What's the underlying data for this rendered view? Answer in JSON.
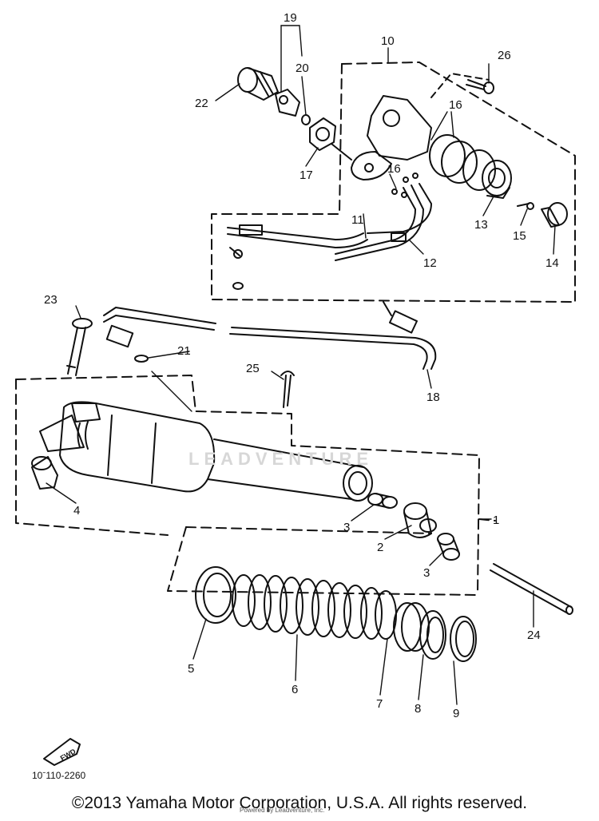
{
  "callouts": [
    {
      "id": "p1",
      "label": "1"
    },
    {
      "id": "p2",
      "label": "2"
    },
    {
      "id": "p3a",
      "label": "3"
    },
    {
      "id": "p3b",
      "label": "3"
    },
    {
      "id": "p4",
      "label": "4"
    },
    {
      "id": "p5",
      "label": "5"
    },
    {
      "id": "p6",
      "label": "6"
    },
    {
      "id": "p7",
      "label": "7"
    },
    {
      "id": "p8",
      "label": "8"
    },
    {
      "id": "p9",
      "label": "9"
    },
    {
      "id": "p10",
      "label": "10"
    },
    {
      "id": "p11",
      "label": "11"
    },
    {
      "id": "p12",
      "label": "12"
    },
    {
      "id": "p13",
      "label": "13"
    },
    {
      "id": "p14",
      "label": "14"
    },
    {
      "id": "p15",
      "label": "15"
    },
    {
      "id": "p16a",
      "label": "16"
    },
    {
      "id": "p16b",
      "label": "16"
    },
    {
      "id": "p17",
      "label": "17"
    },
    {
      "id": "p18",
      "label": "18"
    },
    {
      "id": "p19",
      "label": "19"
    },
    {
      "id": "p20",
      "label": "20"
    },
    {
      "id": "p21",
      "label": "21"
    },
    {
      "id": "p22",
      "label": "22"
    },
    {
      "id": "p23",
      "label": "23"
    },
    {
      "id": "p24",
      "label": "24"
    },
    {
      "id": "p25",
      "label": "25"
    },
    {
      "id": "p26",
      "label": "26"
    }
  ],
  "watermark": "LEADVENTURE",
  "fwd_label": "FWD",
  "drawing_code": "10ˉ110-2260",
  "copyright": "©2013 Yamaha Motor Corporation, U.S.A. All rights reserved.",
  "small_credit": "Powered by Leadventure, Inc.",
  "colors": {
    "ink": "#111111",
    "watermark": "#d7d7d7",
    "background": "#ffffff"
  }
}
